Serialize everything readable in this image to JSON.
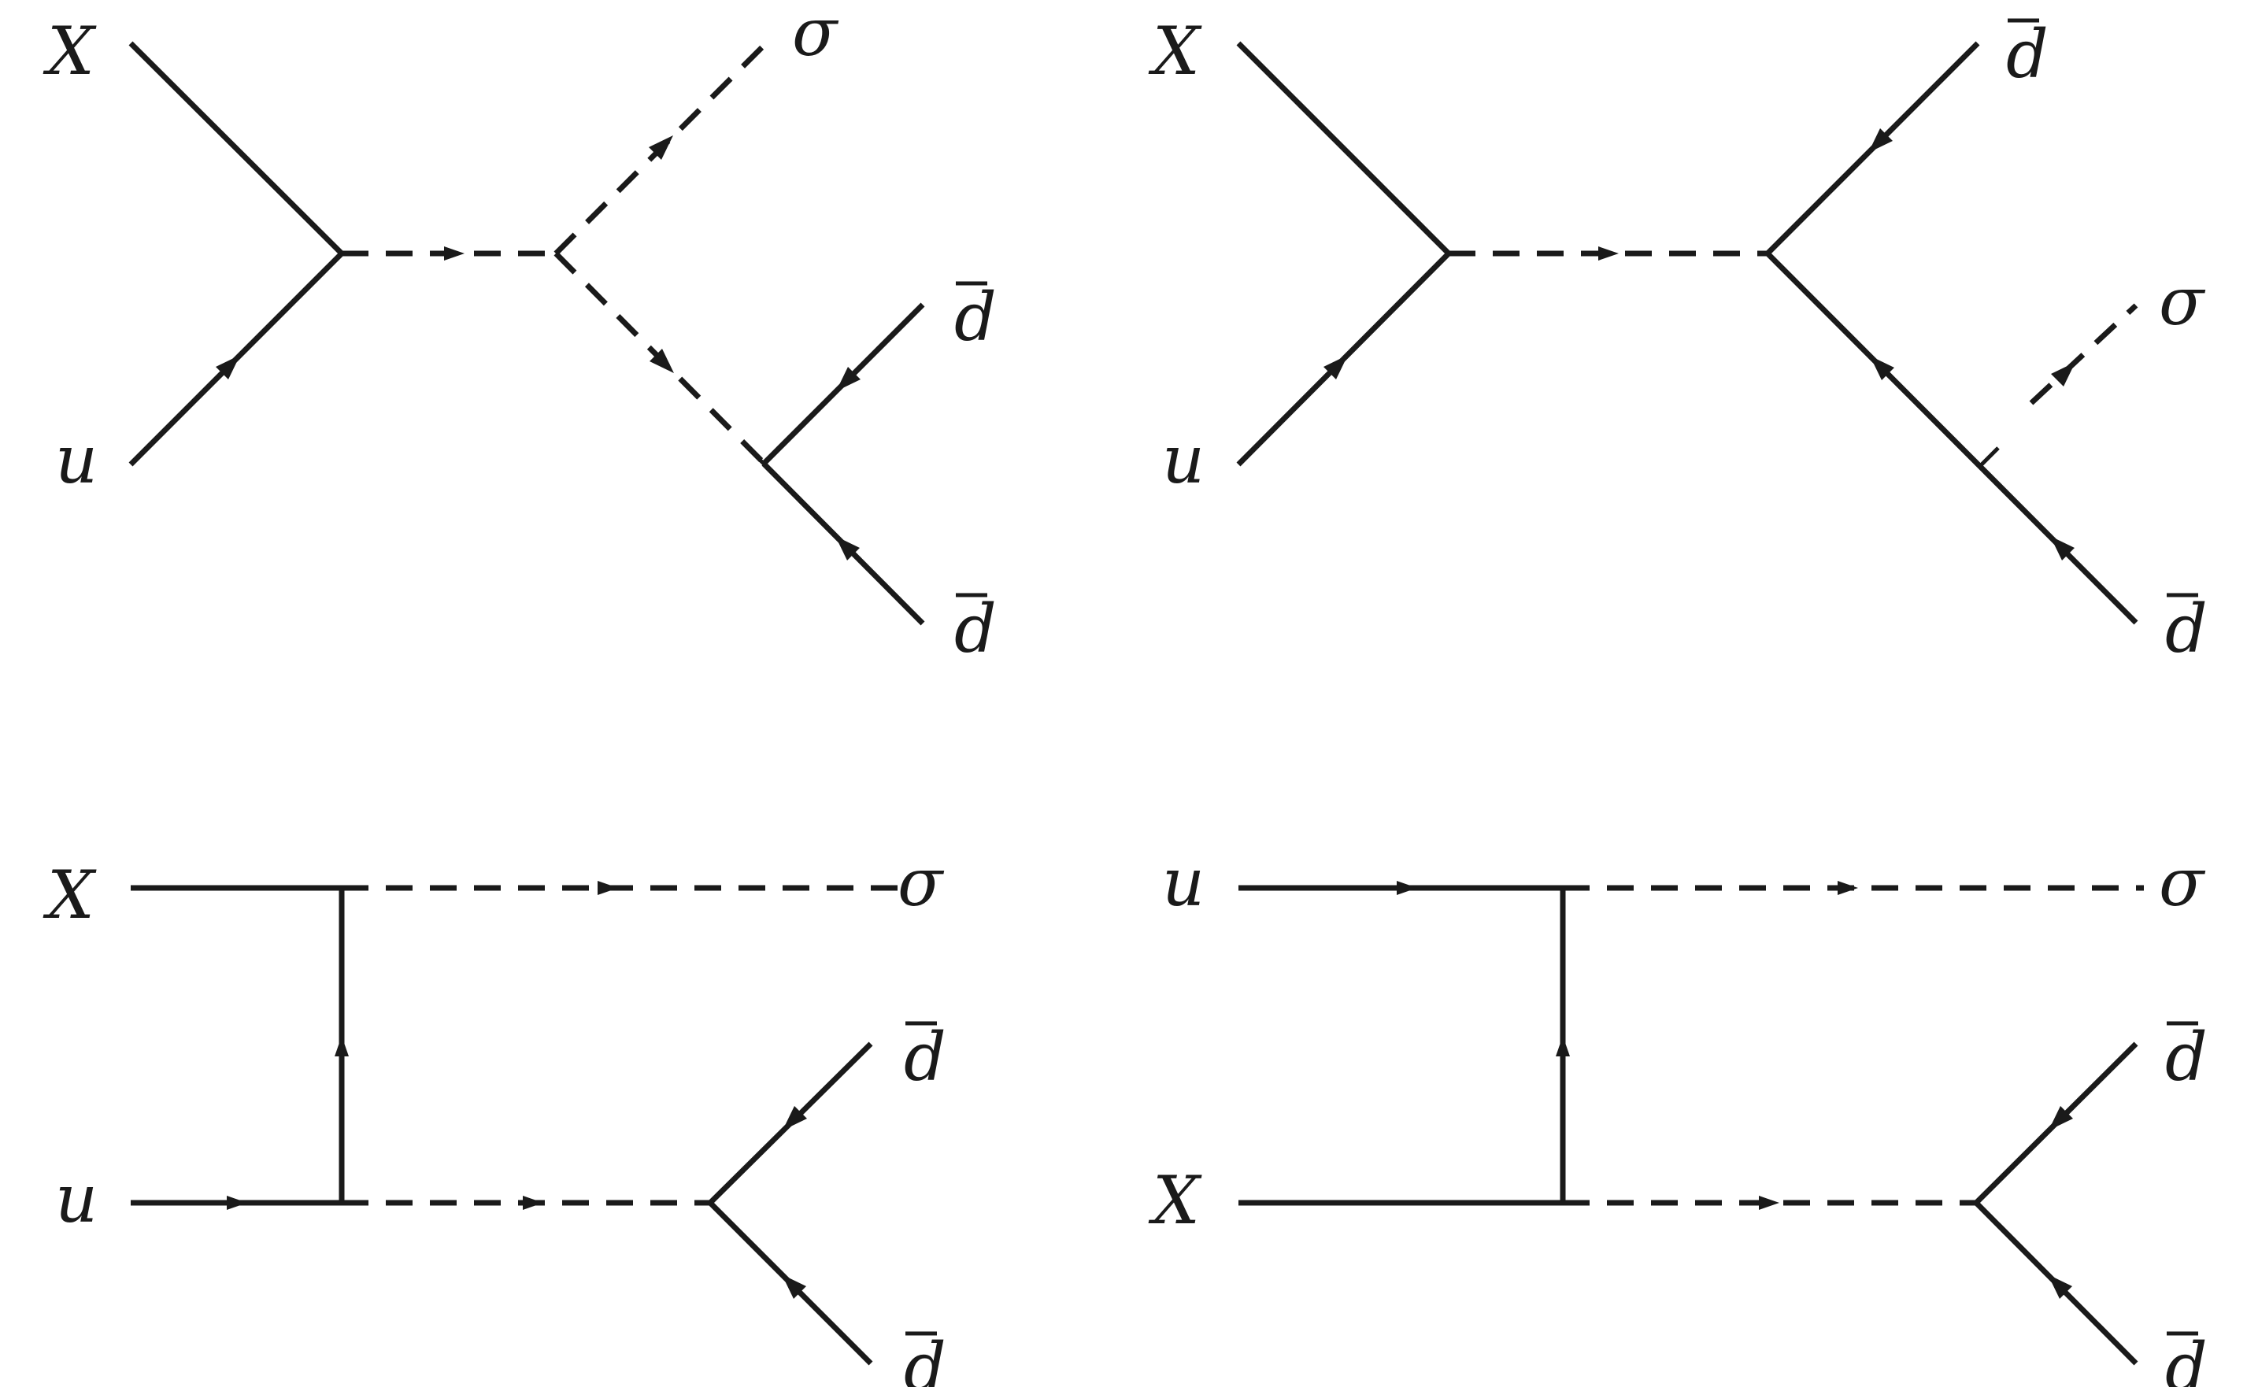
{
  "diagrams": [
    {
      "labels": {
        "in_top": "X",
        "in_bottom": "u",
        "out_sigma": "σ",
        "out_dbar_top": "d",
        "out_dbar_bottom": "d"
      }
    },
    {
      "labels": {
        "in_top": "X",
        "in_bottom": "u",
        "out_dbar_top": "d",
        "out_sigma": "σ",
        "out_dbar_bottom": "d"
      }
    },
    {
      "labels": {
        "in_top": "X",
        "in_bottom": "u",
        "out_sigma": "σ",
        "out_dbar_top": "d",
        "out_dbar_bottom": "d"
      }
    },
    {
      "labels": {
        "in_top": "u",
        "in_bottom": "X",
        "out_sigma": "σ",
        "out_dbar_top": "d",
        "out_dbar_bottom": "d"
      }
    }
  ]
}
